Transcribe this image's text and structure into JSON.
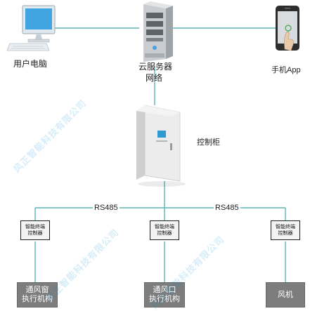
{
  "nodes": {
    "pc": {
      "label": "用户电脑"
    },
    "server": {
      "label": "云服务器",
      "sub_label": "网络"
    },
    "phone": {
      "label": "手机App"
    },
    "cabinet": {
      "label": "控制柜"
    }
  },
  "links": {
    "bus_left": "RS485",
    "bus_right": "RS485"
  },
  "controllers": [
    {
      "label": "智能终端\n控制器"
    },
    {
      "label": "智能终端\n控制器"
    },
    {
      "label": "智能终端\n控制器"
    }
  ],
  "actuators": [
    {
      "label": "通风窗\n执行机构"
    },
    {
      "label": "通风口\n执行机构"
    },
    {
      "label": "风机"
    }
  ],
  "watermark": "风正智能科技有限公司",
  "colors": {
    "wire": "#5bb7b7",
    "actuator": "#7d7d7d",
    "screen": "#4aa3df"
  }
}
